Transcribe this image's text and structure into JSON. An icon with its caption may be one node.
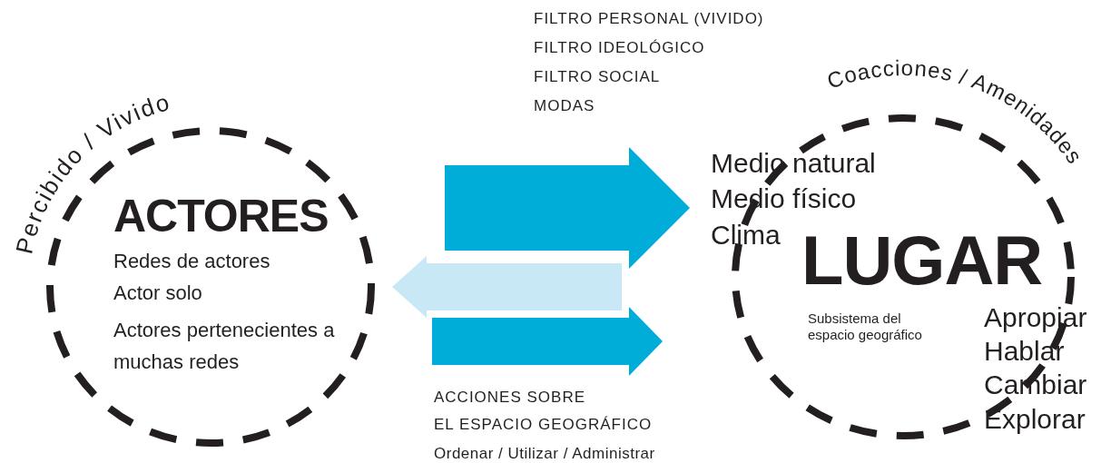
{
  "diagram": {
    "nodes": [
      {
        "text": [
          "Percibido / Vivido",
          "ACTORES",
          "Redes de actores",
          "Actor solo",
          "Actores pertenecientes a muchas redes"
        ]
      },
      {
        "text": [
          "Coacciones / Amenidades",
          "Medio natural",
          "Medio físico",
          "Clima",
          "LUGAR",
          "Subsistema del espacio geográfico",
          "Apropiar",
          "Hablar",
          "Cambiar",
          "Explorar"
        ]
      }
    ],
    "edges": [
      {
        "from": 0,
        "to": 1,
        "arrow": "to"
      },
      {
        "from": 1,
        "to": 0,
        "arrow": "to",
        "color": "#c9e8f5"
      },
      {
        "from": 0,
        "to": 1,
        "arrow": "to"
      }
    ],
    "labels": [
      "FILTRO PERSONAL (VIVIDO)",
      "FILTRO IDEOLÓGICO",
      "FILTRO SOCIAL",
      "MODAS",
      "ACCIONES SOBRE",
      "EL ESPACIO GEOGRÁFICO",
      "Ordenar / Utilizar / Administrar"
    ]
  }
}
